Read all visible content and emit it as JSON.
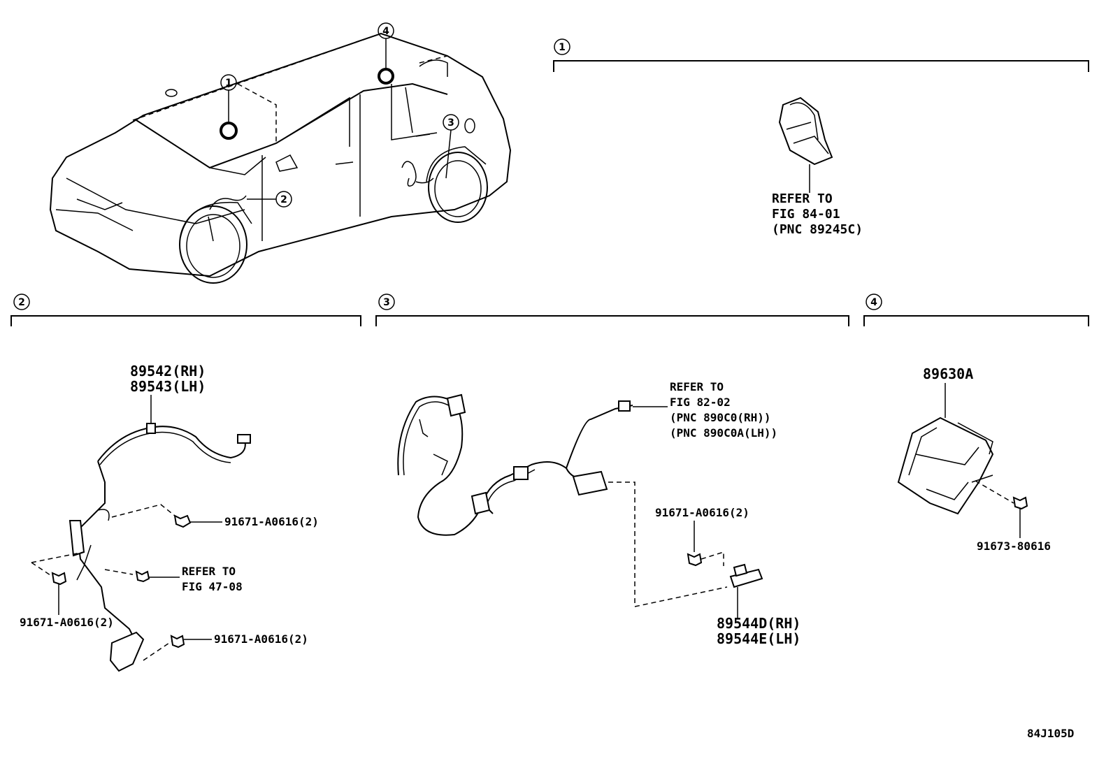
{
  "diagram_code": "84J105D",
  "car_callouts": [
    "1",
    "2",
    "3",
    "4"
  ],
  "sections": [
    {
      "id": "1",
      "refer": [
        "REFER TO",
        "FIG 84-01",
        "(PNC 89245C)"
      ]
    },
    {
      "id": "2",
      "part_numbers": [
        "89542(RH)",
        "89543(LH)"
      ],
      "fasteners": [
        "91671-A0616(2)",
        "91671-A0616(2)",
        "91671-A0616(2)"
      ],
      "refer": [
        "REFER TO",
        "FIG 47-08"
      ]
    },
    {
      "id": "3",
      "refer": [
        "REFER TO",
        "FIG 82-02",
        "(PNC 890C0(RH))",
        "(PNC 890C0A(LH))"
      ],
      "fastener": "91671-A0616(2)",
      "part_numbers": [
        "89544D(RH)",
        "89544E(LH)"
      ]
    },
    {
      "id": "4",
      "part_number": "89630A",
      "fastener": "91673-80616"
    }
  ]
}
